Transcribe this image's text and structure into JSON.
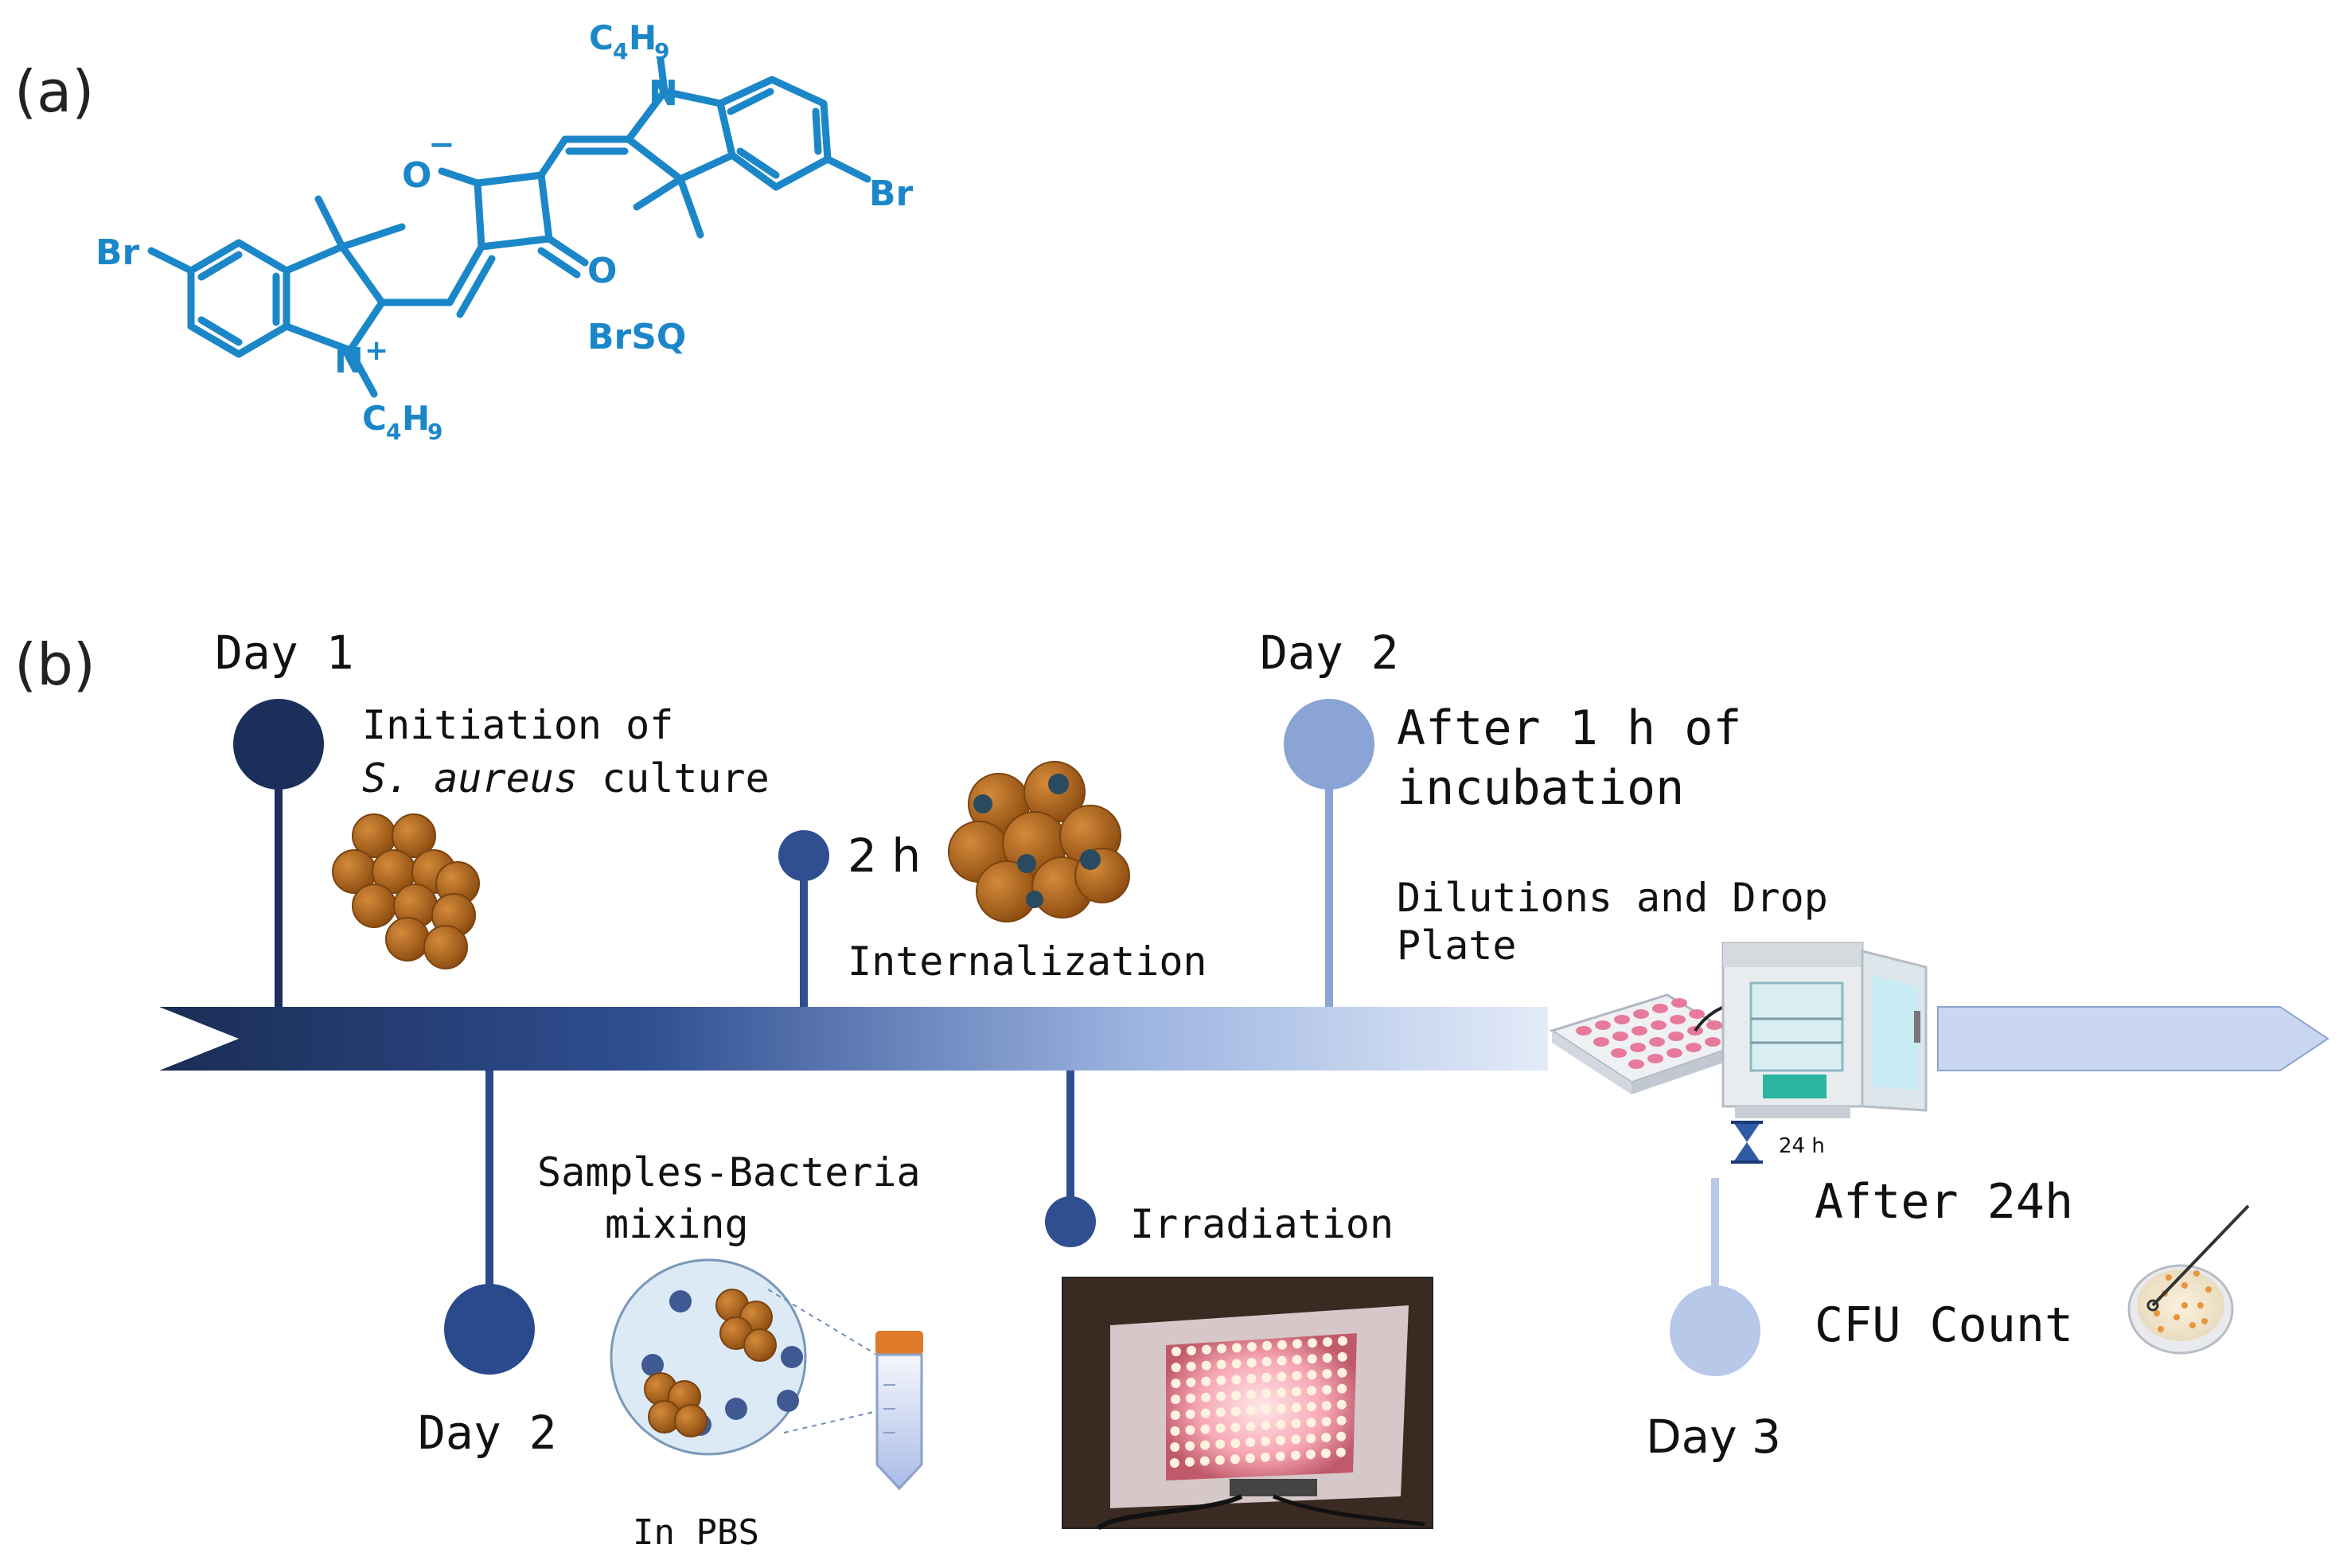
{
  "panel_a": {
    "label": "(a)",
    "molecule_name": "BrSQ",
    "atoms": {
      "br_left": "Br",
      "br_right": "Br",
      "n_plus": "N",
      "plus_sign": "+",
      "n_top": "N",
      "o_minus": "O",
      "minus_sign": "−",
      "o_carbonyl": "O",
      "c4h9_c": "C",
      "c4h9_4": "4",
      "c4h9_h": "H",
      "c4h9_9": "9"
    },
    "color": "#1b87c9"
  },
  "panel_b": {
    "label": "(b)",
    "colors": {
      "arrow_start": "#1a2d55",
      "arrow_mid": "#3f63a8",
      "arrow_end": "#dde6f6",
      "bacteria": "#a8601a",
      "bacteria_dark": "#7a430f"
    },
    "events": {
      "day1": {
        "day": "Day 1",
        "line1": "Initiation of",
        "species": "S. aureus",
        "line2_rest": " culture"
      },
      "day2_mix": {
        "day": "Day 2",
        "line1": "Samples-Bacteria",
        "line2": "mixing",
        "note": "In PBS"
      },
      "two_h": {
        "time": "2 h",
        "caption": "Internalization"
      },
      "irradiation": {
        "caption": "Irradiation"
      },
      "day2_incub": {
        "day": "Day 2",
        "line1": "After 1 h of",
        "line2": "incubation",
        "step1": "Dilutions and Drop",
        "step2": "Plate"
      },
      "incubator": {
        "timer": "24 h"
      },
      "day3": {
        "day": "Day 3",
        "line1": "After 24h",
        "line2": "CFU Count"
      }
    }
  }
}
